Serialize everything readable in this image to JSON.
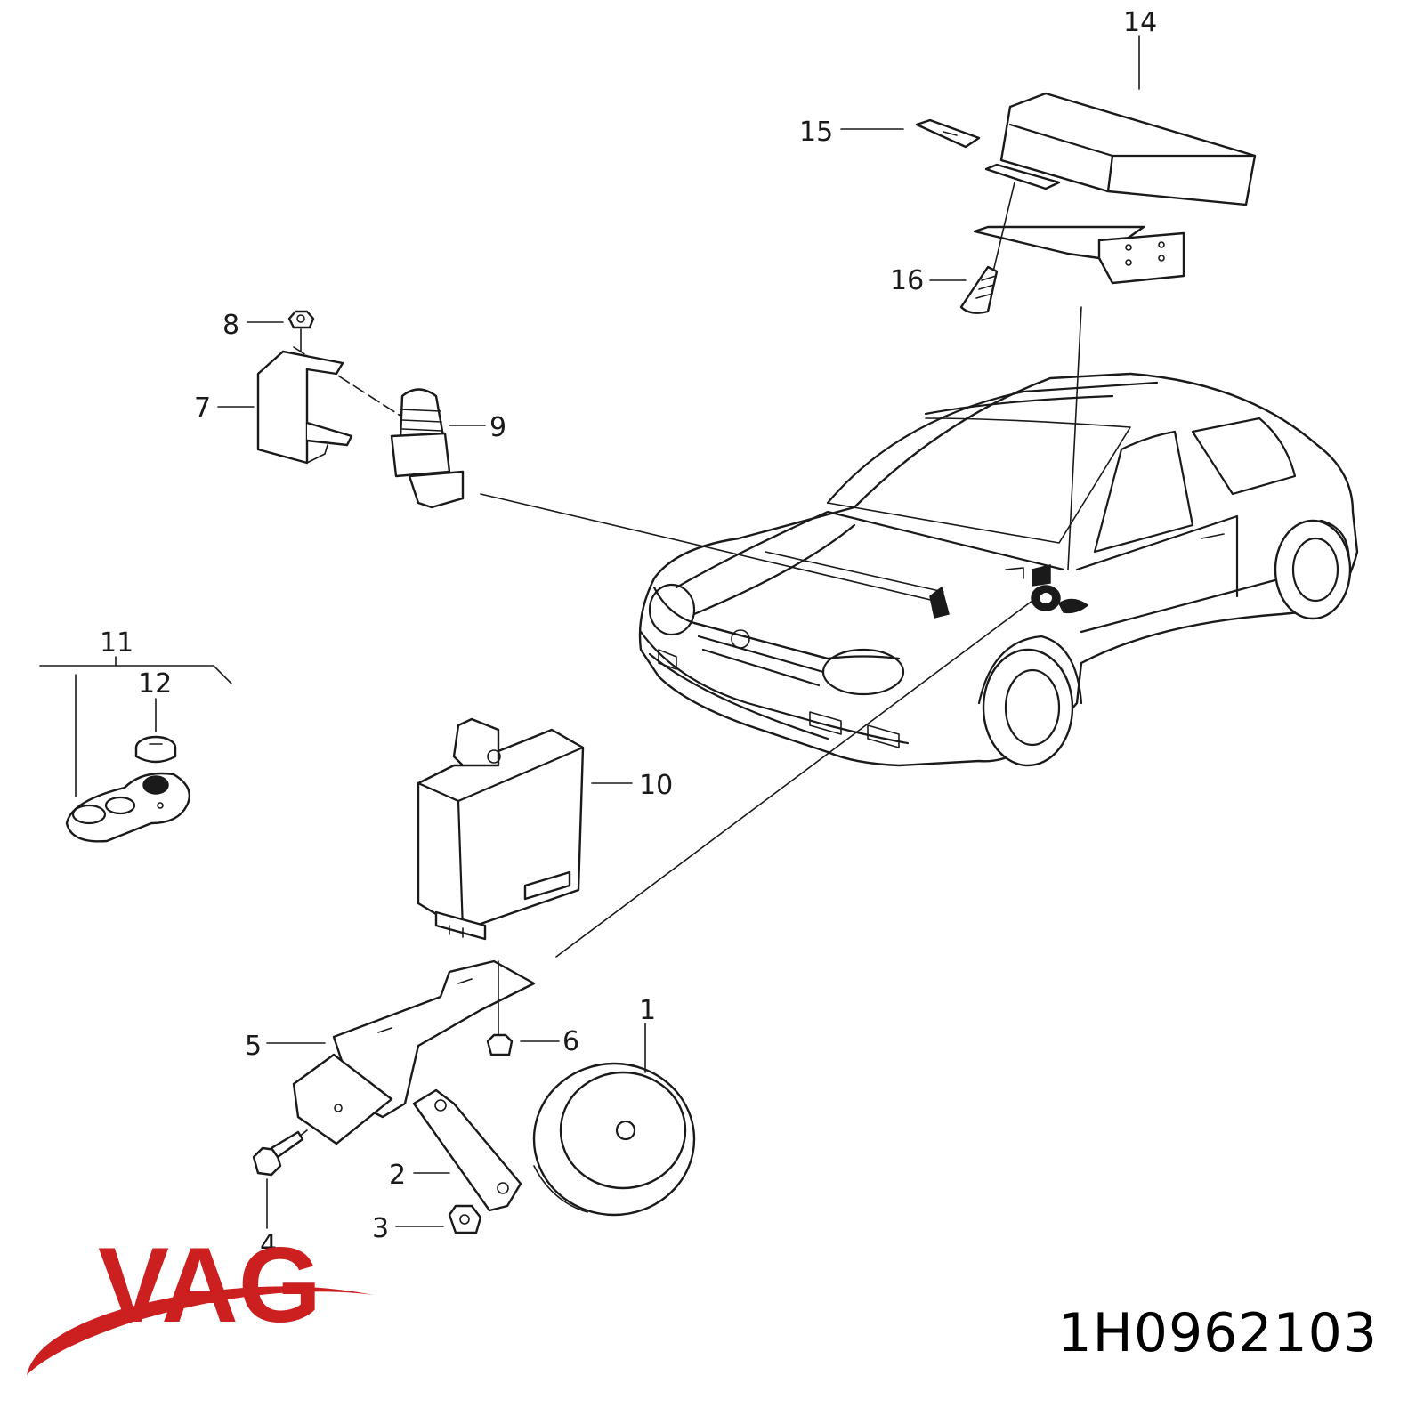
{
  "callouts": [
    {
      "id": "1",
      "label": "1"
    },
    {
      "id": "2",
      "label": "2"
    },
    {
      "id": "3",
      "label": "3"
    },
    {
      "id": "4",
      "label": "4"
    },
    {
      "id": "5",
      "label": "5"
    },
    {
      "id": "6",
      "label": "6"
    },
    {
      "id": "7",
      "label": "7"
    },
    {
      "id": "8",
      "label": "8"
    },
    {
      "id": "9",
      "label": "9"
    },
    {
      "id": "10",
      "label": "10"
    },
    {
      "id": "11",
      "label": "11"
    },
    {
      "id": "12",
      "label": "12"
    },
    {
      "id": "14",
      "label": "14"
    },
    {
      "id": "15",
      "label": "15"
    },
    {
      "id": "16",
      "label": "16"
    }
  ],
  "brand": {
    "name": "VAG",
    "color": "#cc1f1f"
  },
  "part_number": "1H0962103"
}
